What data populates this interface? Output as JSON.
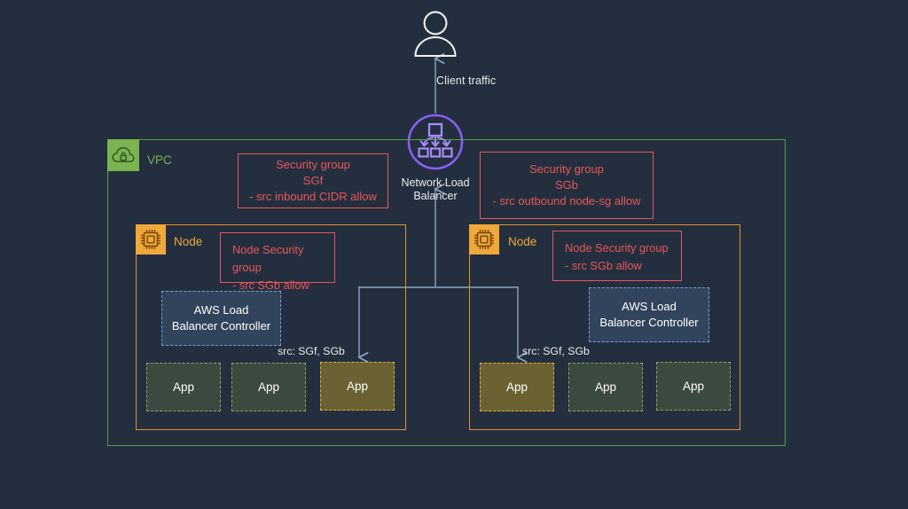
{
  "diagram": {
    "background_color": "#232f3e",
    "client": {
      "icon": "user-person-icon",
      "edge_label": "Client traffic"
    },
    "load_balancer": {
      "icon": "network-load-balancer-icon",
      "label_line1": "Network Load",
      "label_line2": "Balancer",
      "accent_color": "#8b5cf6"
    },
    "vpc": {
      "title": "VPC",
      "icon": "cloud-lock-icon",
      "color": "#7bb350"
    },
    "security_groups": [
      {
        "name": "sg-front",
        "line1": "Security group",
        "line2": "SGf",
        "line3": "- src inbound CIDR allow",
        "color": "#e8565b"
      },
      {
        "name": "sg-back",
        "line1": "Security group",
        "line2": "SGb",
        "line3": "- src outbound node-sg allow",
        "color": "#e8565b"
      }
    ],
    "nodes": [
      {
        "title": "Node",
        "icon": "cpu-chip-icon",
        "color": "#f0a73c",
        "node_security_group": {
          "line1": "Node Security group",
          "line2": "-   src SGb allow"
        },
        "controller": {
          "line1": "AWS Load",
          "line2": "Balancer Controller"
        },
        "traffic_label": "src: SGf, SGb",
        "apps": [
          {
            "label": "App",
            "highlighted": false
          },
          {
            "label": "App",
            "highlighted": false
          },
          {
            "label": "App",
            "highlighted": true
          }
        ]
      },
      {
        "title": "Node",
        "icon": "cpu-chip-icon",
        "color": "#f0a73c",
        "node_security_group": {
          "line1": "Node Security group",
          "line2": "-   src SGb allow"
        },
        "controller": {
          "line1": "AWS Load",
          "line2": "Balancer Controller"
        },
        "traffic_label": "src: SGf, SGb",
        "apps": [
          {
            "label": "App",
            "highlighted": true
          },
          {
            "label": "App",
            "highlighted": false
          },
          {
            "label": "App",
            "highlighted": false
          }
        ]
      }
    ],
    "colors": {
      "app_green_border": "#7fa869",
      "app_green_fill": "#3b4a3e",
      "app_orange_border": "#e8a33d",
      "app_orange_fill": "#6b6234",
      "controller_border": "#6f9fd8",
      "controller_fill": "#32445c",
      "connector": "#8ea4bd"
    }
  }
}
